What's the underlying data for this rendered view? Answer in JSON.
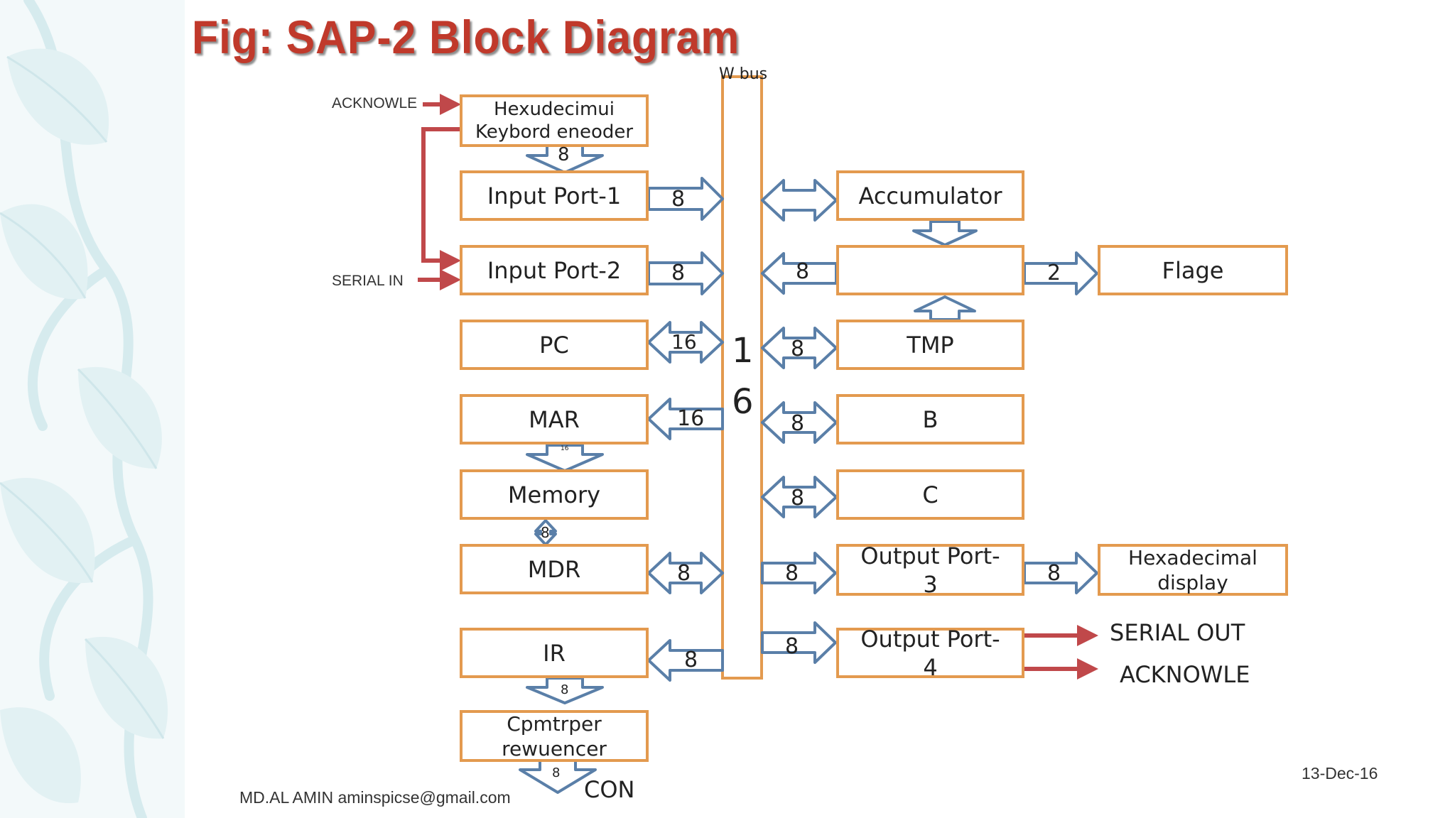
{
  "title": "Fig: SAP-2 Block Diagram",
  "bus": {
    "label": "W bus",
    "width_digits": [
      "1",
      "6"
    ]
  },
  "blocks": {
    "keyboard_encoder": "Hexudecimui\nKeybord eneoder",
    "input_port_1": "Input Port-1",
    "input_port_2": "Input Port-2",
    "pc": "PC",
    "mar": "MAR",
    "memory": "Memory",
    "mdr": "MDR",
    "ir": "IR",
    "controller_sequencer": "Cpmtrper\nrewuencer",
    "accumulator": "Accumulator",
    "alu": "",
    "flags": "Flage",
    "tmp": "TMP",
    "b": "B",
    "c": "C",
    "output_port_3": "Output Port-\n3",
    "output_port_4": "Output Port-\n4",
    "hex_display": "Hexadecimal\ndisplay"
  },
  "signals": {
    "acknowledge_in": "ACKNOWLE",
    "serial_in": "SERIAL IN",
    "serial_out": "SERIAL OUT",
    "acknowledge_out": "ACKNOWLE",
    "con": "CON"
  },
  "bit_widths": {
    "keyboard_to_port1": "8",
    "input_port_1": "8",
    "input_port_2": "8",
    "pc": "16",
    "mar": "16",
    "mar_to_memory": "16",
    "memory_mdr": "8",
    "mdr": "8",
    "ir": "8",
    "ir_to_controller": "8",
    "controller_out": "8",
    "alu": "8",
    "flags": "2",
    "tmp": "8",
    "b": "8",
    "c": "8",
    "output_port_3": "8",
    "output_port_3_display": "8",
    "output_port_4": "8"
  },
  "footer": {
    "author": "MD.AL AMIN aminspicse@gmail.com",
    "date": "13-Dec-16"
  },
  "colors": {
    "title": "#c0392b",
    "box_border": "#e39a4f",
    "arrow_stroke": "#5a7fa8",
    "signal_arrow": "#c0484a",
    "decoration": "#d6ebee"
  }
}
